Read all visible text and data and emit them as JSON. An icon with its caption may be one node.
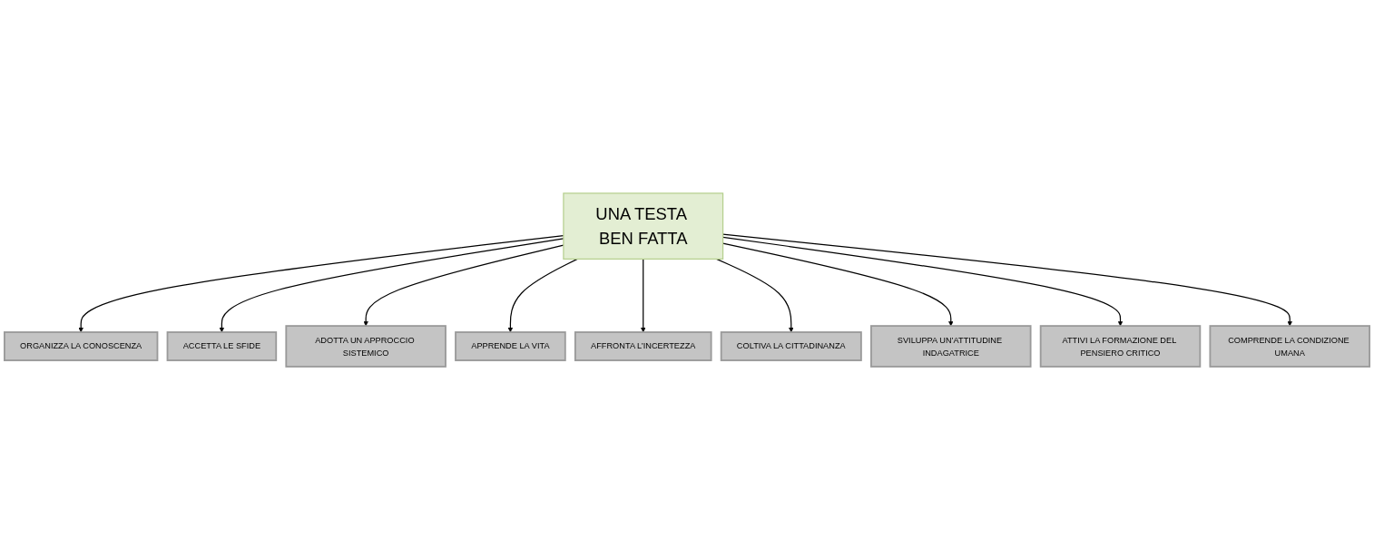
{
  "diagram": {
    "nodes": [
      {
        "text": [
          "UNA TESTA BEN FATTA"
        ]
      },
      {
        "text": [
          "ORGANIZZA LA CONOSCENZA"
        ]
      },
      {
        "text": [
          "ACCETTA LE SFIDE"
        ]
      },
      {
        "text": [
          "ADOTTA UN APPROCCIO SISTEMICO"
        ]
      },
      {
        "text": [
          "APPRENDE LA VITA"
        ]
      },
      {
        "text": [
          "AFFRONTA L’INCERTEZZA"
        ]
      },
      {
        "text": [
          "COLTIVA LA CITTADINANZA"
        ]
      },
      {
        "text": [
          "SVILUPPA UN’ATTITUDINE INDAGATRICE"
        ]
      },
      {
        "text": [
          "ATTIVI LA FORMAZIONE DEL PENSIERO CRITICO"
        ]
      },
      {
        "text": [
          "COMPRENDE LA CONDIZIONE UMANA"
        ]
      }
    ],
    "edges": [
      {
        "from": 0,
        "to": 1,
        "arrow": "to"
      },
      {
        "from": 0,
        "to": 2,
        "arrow": "to"
      },
      {
        "from": 0,
        "to": 3,
        "arrow": "to"
      },
      {
        "from": 0,
        "to": 4,
        "arrow": "to"
      },
      {
        "from": 0,
        "to": 5,
        "arrow": "to"
      },
      {
        "from": 0,
        "to": 6,
        "arrow": "to"
      },
      {
        "from": 0,
        "to": 7,
        "arrow": "to"
      },
      {
        "from": 0,
        "to": 8,
        "arrow": "to"
      },
      {
        "from": 0,
        "to": 9,
        "arrow": "to"
      }
    ]
  }
}
